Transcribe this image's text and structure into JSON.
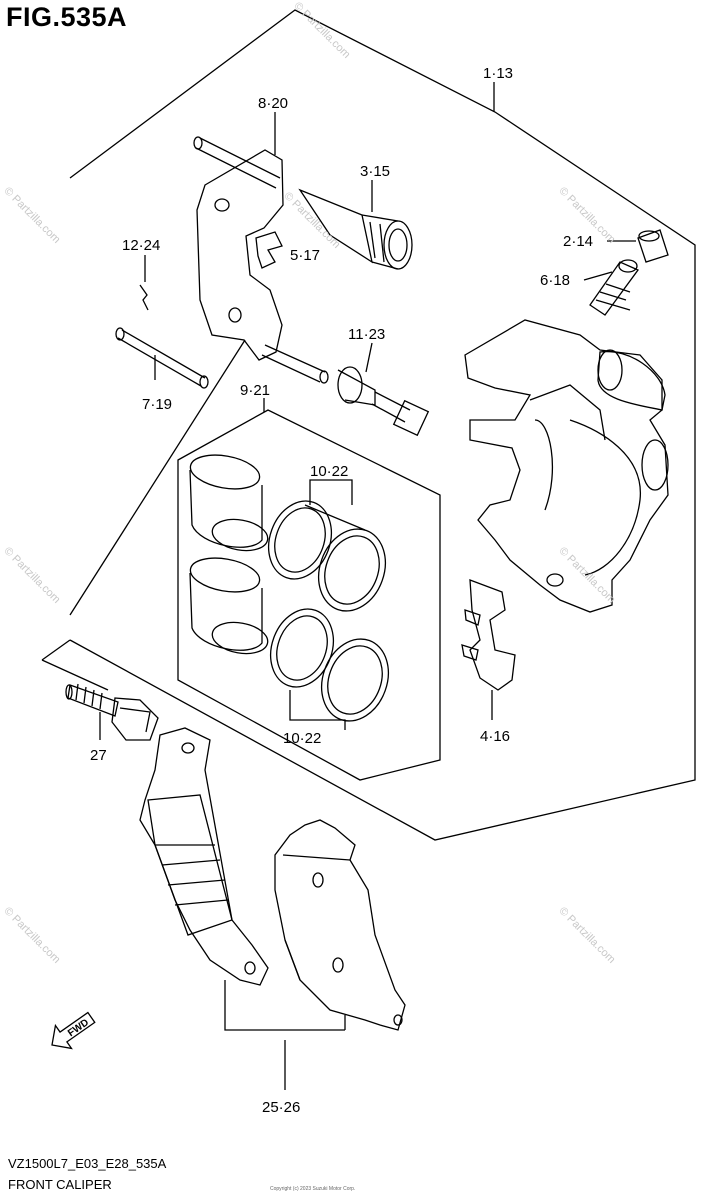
{
  "figure": {
    "title": "FIG.535A",
    "code": "VZ1500L7_E03_E28_535A",
    "caption": "FRONT CALIPER"
  },
  "callouts": {
    "c1": "1·13",
    "c8": "8·20",
    "c3": "3·15",
    "c5": "5·17",
    "c12": "12·24",
    "c2": "2·14",
    "c6": "6·18",
    "c11": "11·23",
    "c7": "7·19",
    "c9": "9·21",
    "c10a": "10·22",
    "c10b": "10·22",
    "c4": "4·16",
    "c27": "27",
    "c25": "25·26"
  },
  "direction_label": "FWD",
  "watermark": "© Partzilla.com",
  "copyright": "Copyright (c) 2023 Suzuki Motor Corp."
}
